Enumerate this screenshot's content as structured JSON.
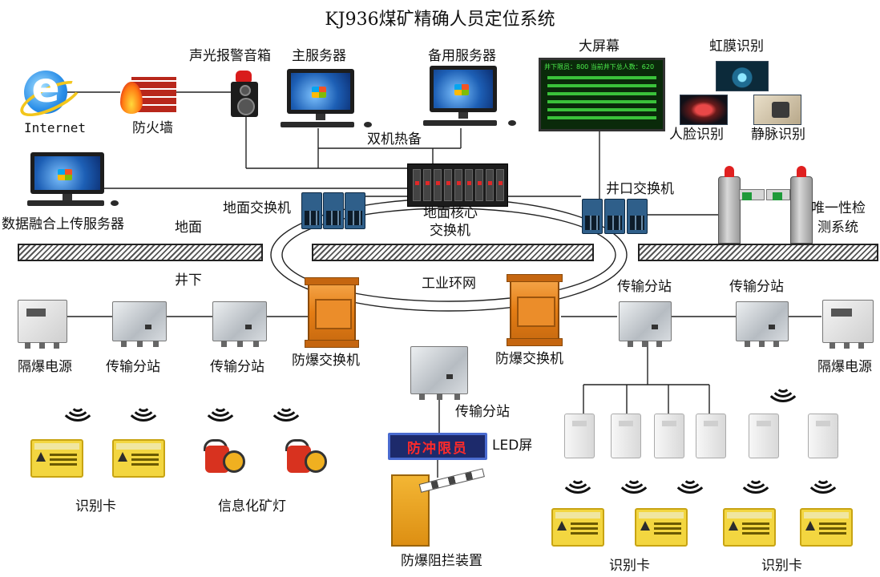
{
  "title": "KJ936煤矿精确人员定位系统",
  "labels": {
    "internet": "Internet",
    "firewall": "防火墙",
    "alarm_speaker": "声光报警音箱",
    "main_server": "主服务器",
    "backup_server": "备用服务器",
    "hot_standby": "双机热备",
    "big_screen": "大屏幕",
    "iris": "虹膜识别",
    "face": "人脸识别",
    "vein": "静脉识别",
    "upload_server": "数据融合上传服务器",
    "ground_switch": "地面交换机",
    "core_switch_line1": "地面核心",
    "core_switch_line2": "交换机",
    "shaft_switch": "井口交换机",
    "uniqueness_line1": "唯一性检",
    "uniqueness_line2": "测系统",
    "surface": "地面",
    "underground": "井下",
    "ring_network": "工业环网",
    "station_a": "传输分站",
    "station_b": "传输分站",
    "station_c": "传输分站",
    "station_d": "传输分站",
    "station_e": "传输分站",
    "power_left": "隔爆电源",
    "power_right": "隔爆电源",
    "ex_switch_left": "防爆交换机",
    "ex_switch_right": "防爆交换机",
    "led_label": "LED屏",
    "led_text": "防冲限员",
    "barrier": "防爆阻拦装置",
    "card_left": "识别卡",
    "lamp": "信息化矿灯",
    "card_mid": "识别卡",
    "card_right": "识别卡"
  },
  "big_screen_header": "井下限员：800  当前井下总人数：620",
  "colors": {
    "ex_switch": "#e47d14",
    "led_text": "#ff2a2a",
    "card": "#f3d640",
    "ground_hatch": "#555555"
  },
  "icons": [
    "ie-icon",
    "firewall-icon",
    "alarm-speaker-icon",
    "computer-icon",
    "big-screen-icon",
    "iris-icon",
    "face-icon",
    "vein-icon",
    "switch-rack-icon",
    "industrial-switch-icon",
    "gate-icon",
    "station-box-icon",
    "ex-switch-icon",
    "power-box-icon",
    "wifi-signal-icon",
    "id-card-icon",
    "mine-lamp-icon",
    "reader-icon",
    "led-screen-icon",
    "barrier-icon"
  ]
}
